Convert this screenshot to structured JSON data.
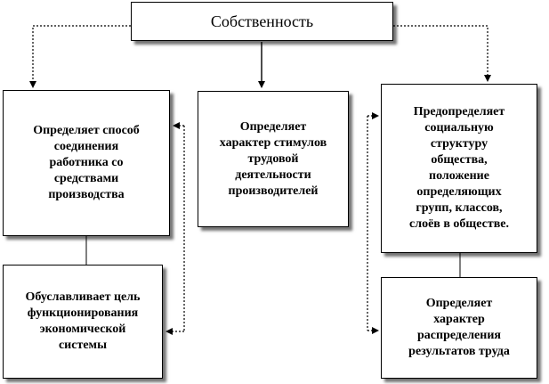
{
  "diagram": {
    "root": {
      "label": "Собственность"
    },
    "left_upper": {
      "label": "Определяет способ\nсоединения\nработника со\nсредствами\nпроизводства"
    },
    "left_lower": {
      "label": "Обуславливает цель\nфункционирования\nэкономической\nсистемы"
    },
    "center": {
      "label": "Определяет\nхарактер стимулов\nтрудовой\nдеятельности\nпроизводителей"
    },
    "right_upper": {
      "label": "Предопределяет\nсоциальную\nструктуру\nобщества,\nположение\nопределяющих\nгрупп, классов,\nслоёв в обществе."
    },
    "right_lower": {
      "label": "Определяет\nхарактер\nраспределения\nрезультатов труда"
    }
  },
  "colors": {
    "border": "#000000",
    "background": "#ffffff",
    "text": "#000000"
  }
}
